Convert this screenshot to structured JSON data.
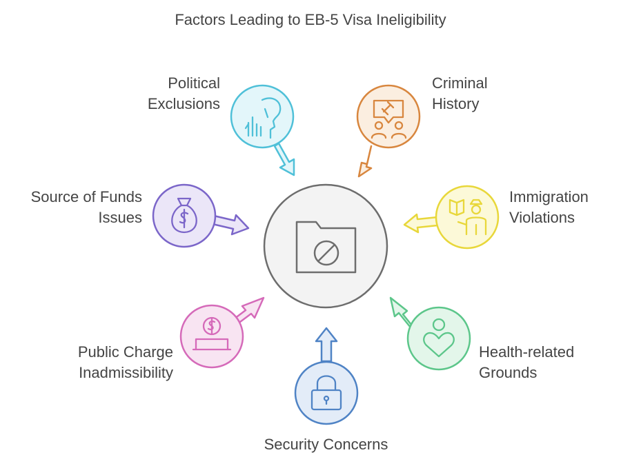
{
  "title": "Factors Leading to EB-5 Visa Ineligibility",
  "center": {
    "icon": "folder-blocked-icon"
  },
  "factors": [
    {
      "key": "political",
      "lines": [
        "Political",
        "Exclusions"
      ],
      "icon": "silence-gesture-icon",
      "color": "#4fc0d8",
      "fill": "#e3f6fa"
    },
    {
      "key": "criminal",
      "lines": [
        "Criminal",
        "History"
      ],
      "icon": "courtroom-gavel-icon",
      "color": "#d8863e",
      "fill": "#fbeee0"
    },
    {
      "key": "immigration",
      "lines": [
        "Immigration",
        "Violations"
      ],
      "icon": "border-officer-icon",
      "color": "#e8d73a",
      "fill": "#fcf9d8"
    },
    {
      "key": "health",
      "lines": [
        "Health-related",
        "Grounds"
      ],
      "icon": "person-heart-icon",
      "color": "#5cc68a",
      "fill": "#e3f6ea"
    },
    {
      "key": "security",
      "lines": [
        "Security Concerns"
      ],
      "icon": "padlock-icon",
      "color": "#4f83c5",
      "fill": "#e3ecf8"
    },
    {
      "key": "public",
      "lines": [
        "Public Charge",
        "Inadmissibility"
      ],
      "icon": "donation-box-icon",
      "color": "#d56ab9",
      "fill": "#f8e4f2"
    },
    {
      "key": "funds",
      "lines": [
        "Source of Funds",
        "Issues"
      ],
      "icon": "money-bag-icon",
      "color": "#7b66c9",
      "fill": "#ebe6f8"
    }
  ]
}
